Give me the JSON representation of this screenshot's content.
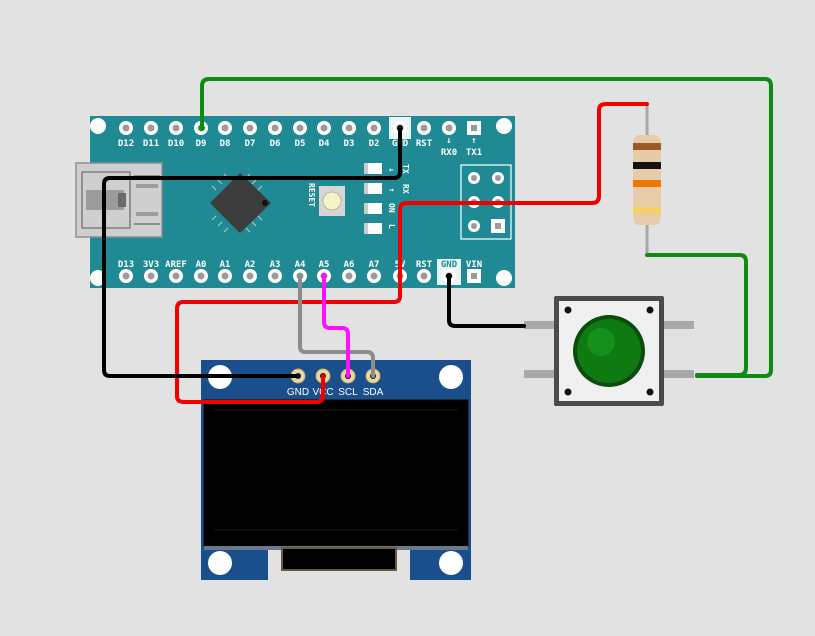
{
  "arduino": {
    "top_pins": [
      "D12",
      "D11",
      "D10",
      "D9",
      "D8",
      "D7",
      "D6",
      "D5",
      "D4",
      "D3",
      "D2",
      "GND",
      "RST",
      "RX0",
      "TX1"
    ],
    "bottom_pins": [
      "D13",
      "3V3",
      "AREF",
      "A0",
      "A1",
      "A2",
      "A3",
      "A4",
      "A5",
      "A6",
      "A7",
      "5V",
      "RST",
      "GND",
      "VIN"
    ],
    "reset_label": "RESET",
    "led_labels": [
      "TX",
      "RX",
      "ON",
      "L"
    ],
    "rx_arrow": "↓",
    "tx_arrow": "↑",
    "led_arrow_tx": "←",
    "led_arrow_rx": "→"
  },
  "oled": {
    "pins": [
      "GND",
      "VCC",
      "SCL",
      "SDA"
    ]
  },
  "colors": {
    "background": "#e2e2e2",
    "board": "#1f8a94",
    "oled_pcb": "#1a4f8c",
    "wire_green": "#0f8a12",
    "wire_red": "#f00000",
    "wire_black": "#000000",
    "wire_gray": "#8c8c8c",
    "wire_magenta": "#ff10ff",
    "button_cap": "#0e7a12"
  }
}
